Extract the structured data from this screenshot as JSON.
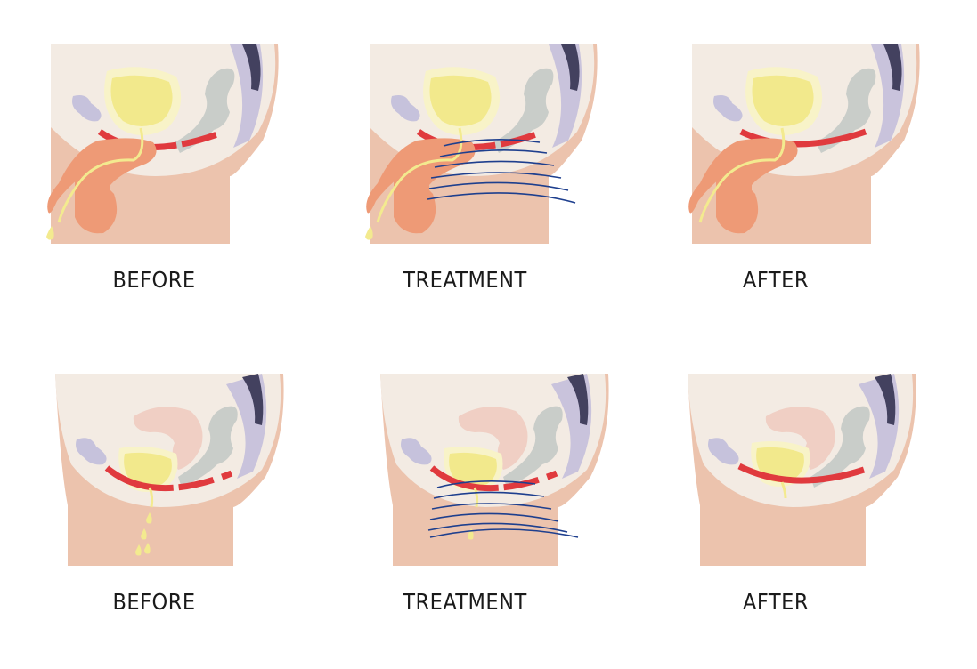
{
  "rows": [
    {
      "subject": "male",
      "panels": [
        {
          "stage": "before",
          "label": "BEFORE"
        },
        {
          "stage": "treatment",
          "label": "TREATMENT"
        },
        {
          "stage": "after",
          "label": "AFTER"
        }
      ]
    },
    {
      "subject": "female",
      "panels": [
        {
          "stage": "before",
          "label": "BEFORE"
        },
        {
          "stage": "treatment",
          "label": "TREATMENT"
        },
        {
          "stage": "after",
          "label": "AFTER"
        }
      ]
    }
  ],
  "colors": {
    "skin": "#ecc3ad",
    "abdomen": "#f3ebe3",
    "muscle": "#e03a3e",
    "bladder": "#f2e98c",
    "bladder_glow": "#f8f3c8",
    "urine": "#f3ea8f",
    "penis": "#ee9a76",
    "bowel": "#c9cdc9",
    "spine_light": "#c9c3dc",
    "spine_dark": "#43415f",
    "uterus": "#f0cfc4",
    "pubic": "#c6c2dc",
    "wave": "#1e3f8e"
  }
}
